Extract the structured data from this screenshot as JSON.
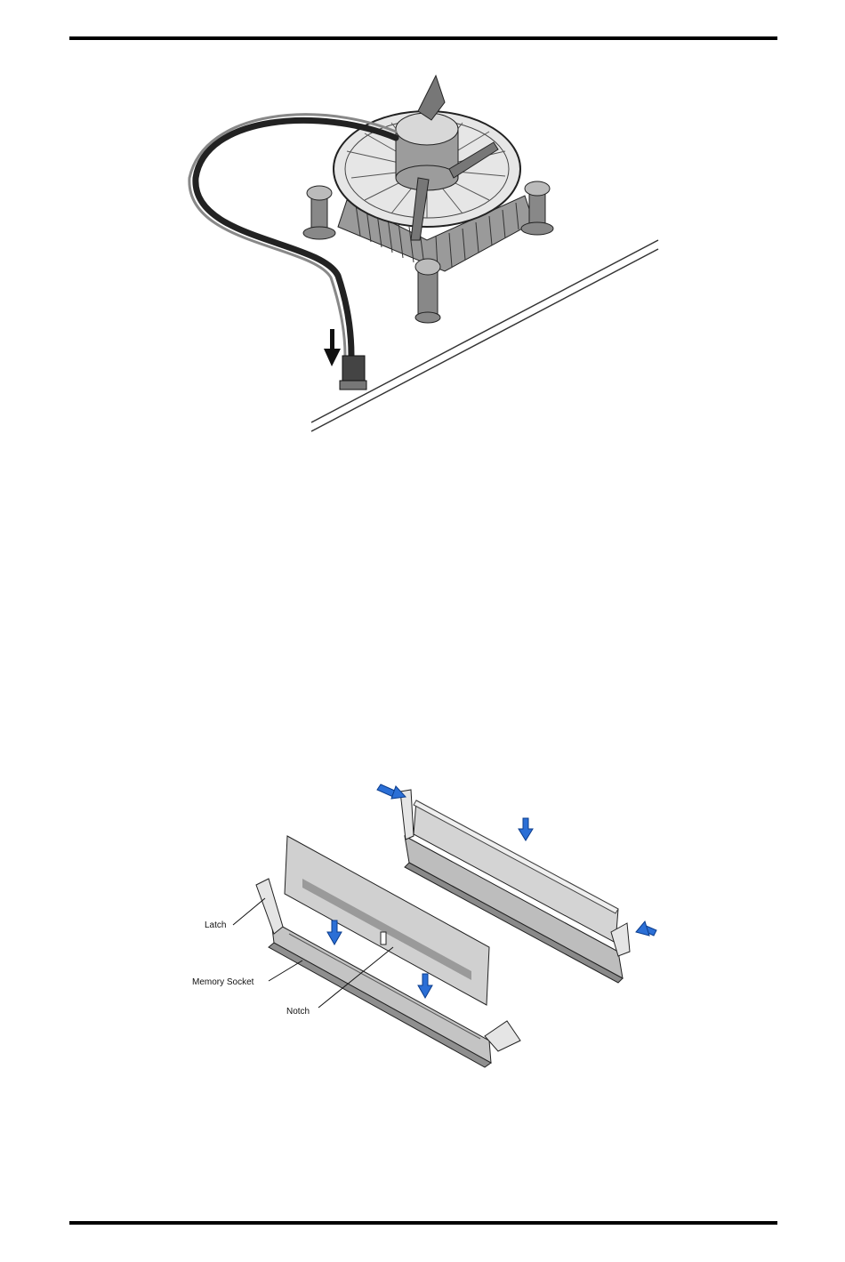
{
  "figures": {
    "fan": {
      "icons": [
        "cooling-fan",
        "fan-cable",
        "fan-connector",
        "down-arrow"
      ]
    },
    "memory": {
      "labels": {
        "latch": "Latch",
        "socket": "Memory Socket",
        "notch": "Notch"
      },
      "icons": [
        "memory-module",
        "memory-socket",
        "latch",
        "blue-arrow"
      ],
      "colors": {
        "arrow": "#2b6fd6",
        "module": "#c9c9c9"
      }
    }
  }
}
